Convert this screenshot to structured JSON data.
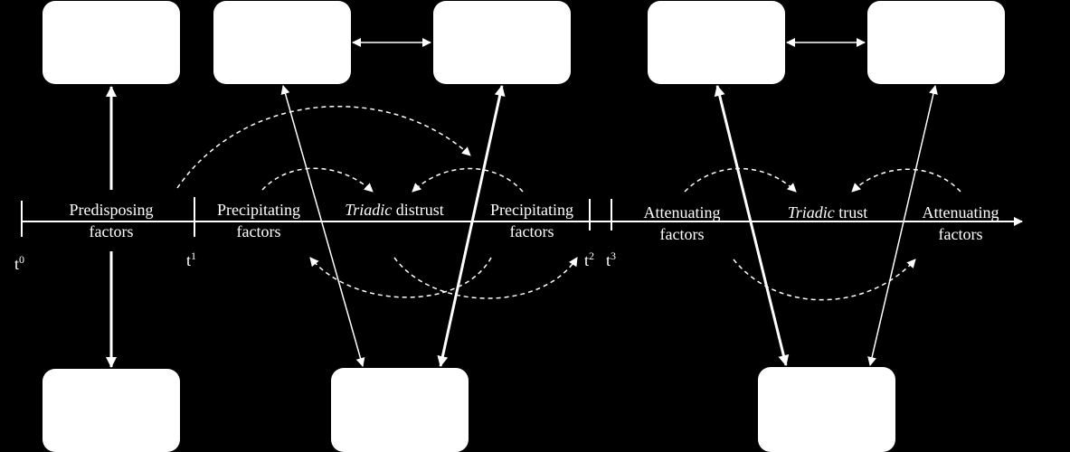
{
  "colors": {
    "background": "#000000",
    "foreground": "#ffffff"
  },
  "timeline": {
    "phases": [
      {
        "line1": "Predisposing",
        "line2": "factors"
      },
      {
        "line1": "Precipitating",
        "line2": "factors"
      },
      {
        "italic": "Triadic",
        "rest": " distrust"
      },
      {
        "line1": "Precipitating",
        "line2": "factors"
      },
      {
        "line1": "Attenuating",
        "line2": "factors"
      },
      {
        "italic": "Triadic",
        "rest": " trust"
      },
      {
        "line1": "Attenuating",
        "line2": "factors"
      }
    ],
    "ticks": [
      {
        "base": "t",
        "sup": "0"
      },
      {
        "base": "t",
        "sup": "1"
      },
      {
        "base": "t",
        "sup": "2"
      },
      {
        "base": "t",
        "sup": "3"
      }
    ]
  }
}
